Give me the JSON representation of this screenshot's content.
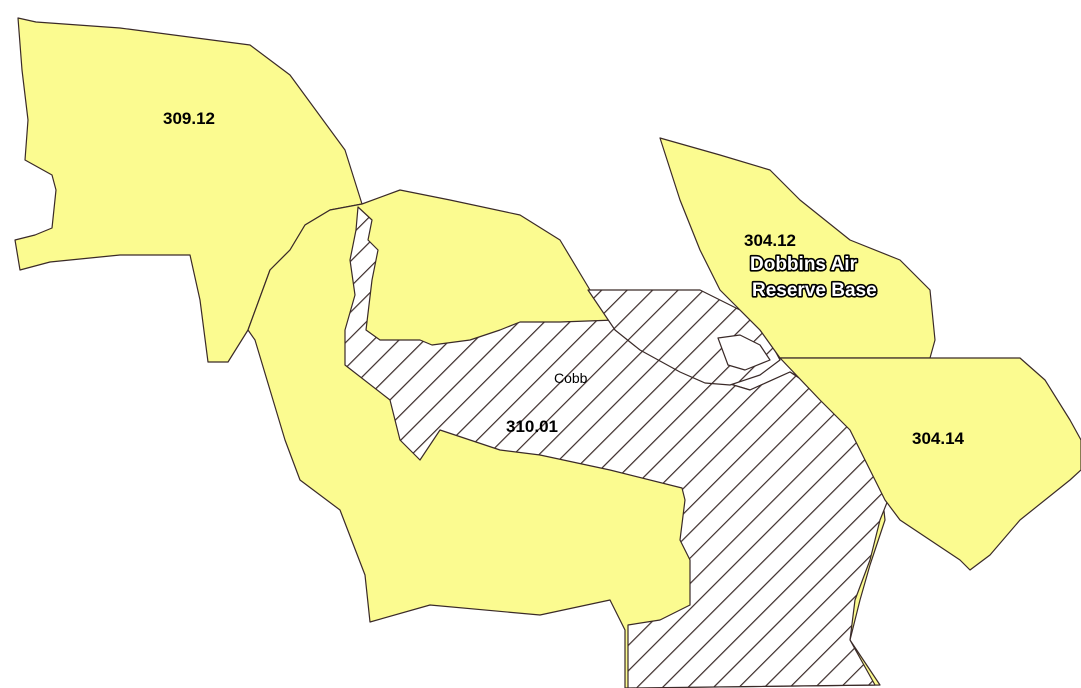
{
  "map": {
    "fill_color": "#fbfb90",
    "outline_color": "#3a2a28",
    "hatch_color": "#3a2a28",
    "background_color": "#ffffff",
    "tracts": [
      {
        "id": "309.12",
        "label": "309.12"
      },
      {
        "id": "310.01",
        "label": "310.01"
      },
      {
        "id": "304.12",
        "label": "304.12"
      },
      {
        "id": "304.14",
        "label": "304.14"
      }
    ],
    "place_label": "Cobb",
    "landmark_label": {
      "line1": "Dobbins Air",
      "line2": "Reserve Base"
    }
  }
}
